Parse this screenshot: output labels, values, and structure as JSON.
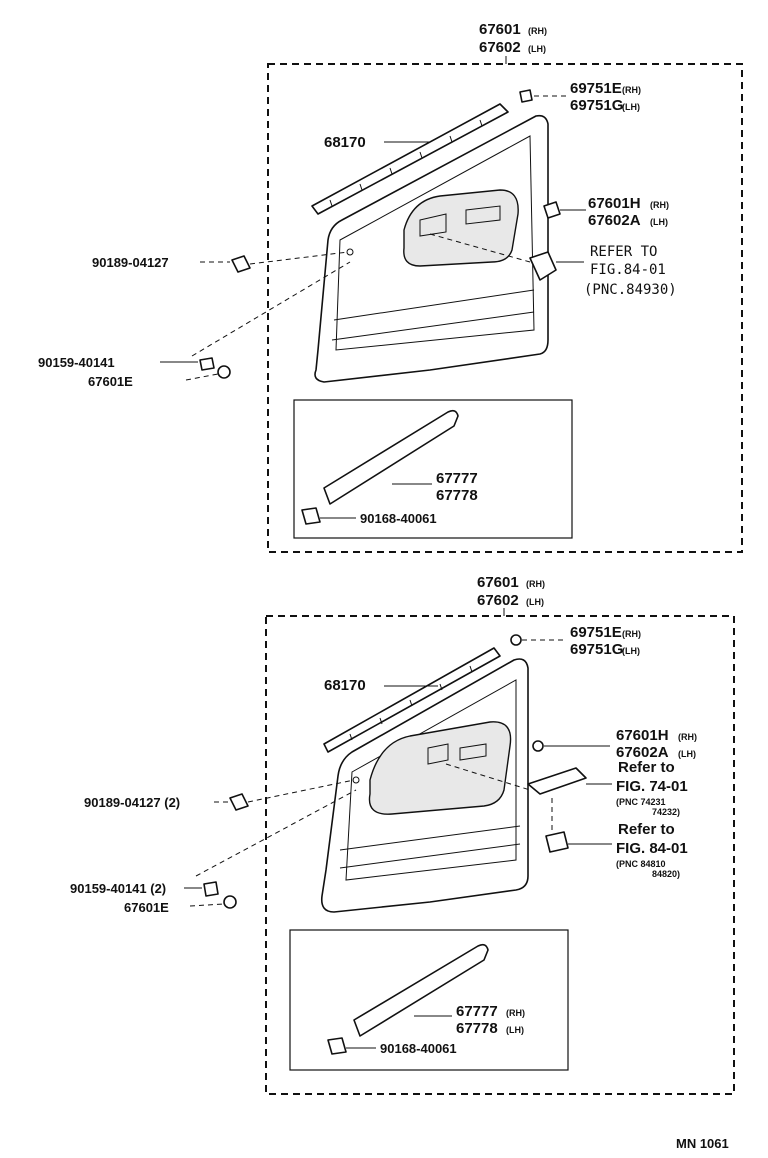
{
  "diagram": {
    "top": {
      "header_1": "67601",
      "header_1_tag": "(RH)",
      "header_2": "67602",
      "header_2_tag": "(LH)",
      "clip_1": "69751E",
      "clip_1_tag": "(RH)",
      "clip_2": "69751G",
      "clip_2_tag": "(LH)",
      "weatherstrip": "68170",
      "fastener_1": "67601H",
      "fastener_1_tag": "(RH)",
      "fastener_2": "67602A",
      "fastener_2_tag": "(LH)",
      "refer_1": "REFER TO",
      "refer_2": "FIG.84-01",
      "refer_3": "(PNC.84930)",
      "clip_left": "90189-04127",
      "screw": "90159-40141",
      "cap": "67601E",
      "pocket_1": "67777",
      "pocket_2": "67778",
      "pocket_screw": "90168-40061"
    },
    "bottom": {
      "header_1": "67601",
      "header_1_tag": "(RH)",
      "header_2": "67602",
      "header_2_tag": "(LH)",
      "clip_1": "69751E",
      "clip_1_tag": "(RH)",
      "clip_2": "69751G",
      "clip_2_tag": "(LH)",
      "weatherstrip": "68170",
      "fastener_1": "67601H",
      "fastener_1_tag": "(RH)",
      "fastener_2": "67602A",
      "fastener_2_tag": "(LH)",
      "refer_a_1": "Refer to",
      "refer_a_2": "FIG. 74-01",
      "refer_a_3": "(PNC 74231",
      "refer_a_4": "74232)",
      "refer_b_1": "Refer to",
      "refer_b_2": "FIG. 84-01",
      "refer_b_3": "(PNC 84810",
      "refer_b_4": "84820)",
      "clip_left": "90189-04127 (2)",
      "screw": "90159-40141 (2)",
      "cap": "67601E",
      "pocket_1": "67777",
      "pocket_1_tag": "(RH)",
      "pocket_2": "67778",
      "pocket_2_tag": "(LH)",
      "pocket_screw": "90168-40061"
    },
    "footer_code": "MN 1061"
  }
}
